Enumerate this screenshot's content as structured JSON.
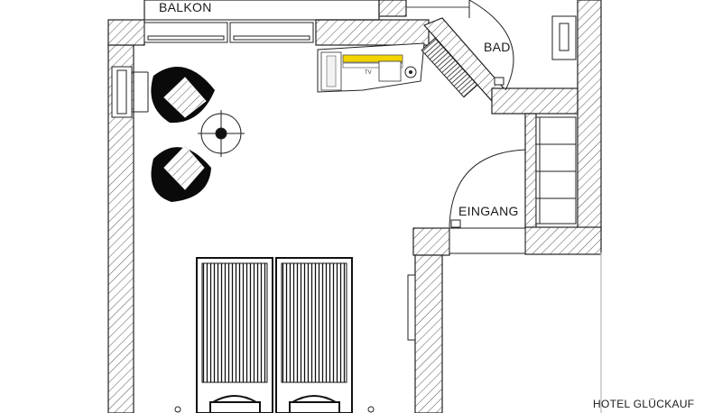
{
  "plan": {
    "rooms": {
      "balcony": "BALKON",
      "bathroom": "BAD",
      "entrance": "EINGANG"
    },
    "tv_label": "TV",
    "hotel_name": "HOTEL GLÜCKAUF"
  }
}
